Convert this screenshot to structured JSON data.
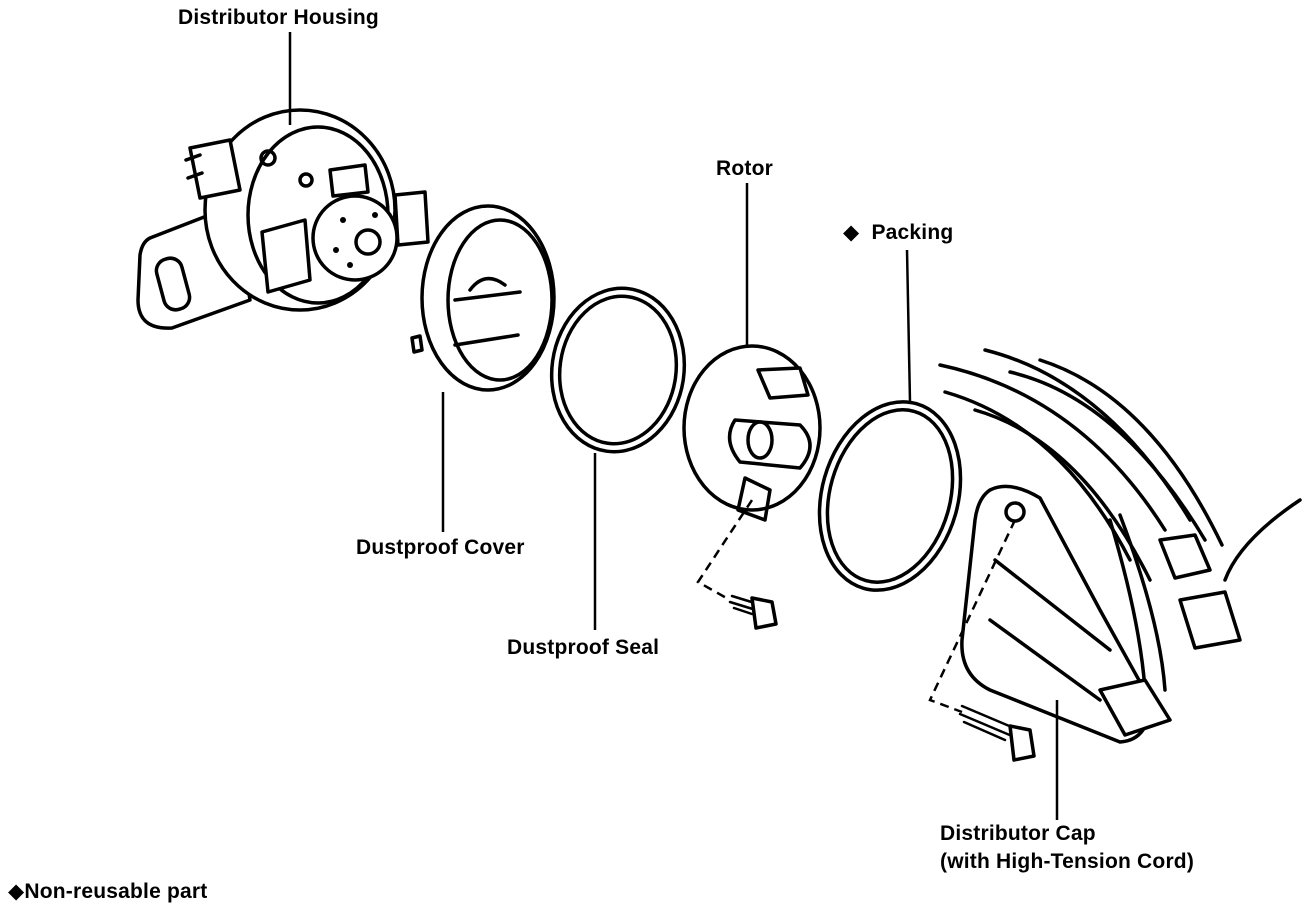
{
  "labels": {
    "distributor_housing": "Distributor Housing",
    "rotor": "Rotor",
    "packing": "Packing",
    "dustproof_cover": "Dustproof Cover",
    "dustproof_seal": "Dustproof Seal",
    "distributor_cap": "Distributor Cap\n(with High-Tension Cord)"
  },
  "legend": {
    "symbol": "◆",
    "text": "Non-reusable part"
  }
}
